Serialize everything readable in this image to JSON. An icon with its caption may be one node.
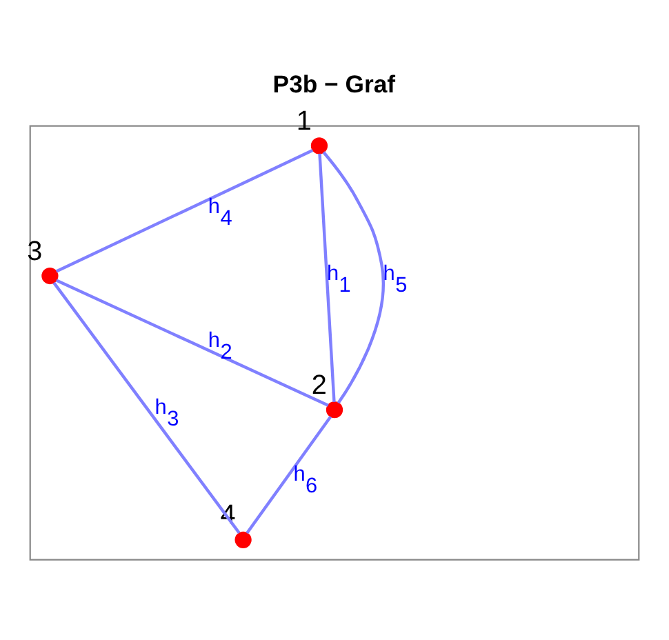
{
  "diagram": {
    "title": "P3b − Graf",
    "nodes": [
      {
        "text": [],
        "shape": "box"
      },
      {
        "text": [],
        "shape": "circle",
        "beside": [
          "1"
        ],
        "in": 0
      },
      {
        "text": [],
        "shape": "circle",
        "beside": [
          "3"
        ],
        "in": 0
      },
      {
        "text": [],
        "shape": "circle",
        "beside": [
          "2"
        ],
        "in": 0
      },
      {
        "text": [],
        "shape": "circle",
        "beside": [
          "4"
        ],
        "in": 0
      }
    ],
    "edges": [
      {
        "from": 1,
        "to": 3,
        "arrow": "none",
        "label": "h$_{1}$"
      },
      {
        "from": 2,
        "to": 3,
        "arrow": "none",
        "label": "h$_{2}$"
      },
      {
        "from": 2,
        "to": 4,
        "arrow": "none",
        "label": "h$_{3}$"
      },
      {
        "from": 1,
        "to": 2,
        "arrow": "none",
        "label": "h$_{4}$"
      },
      {
        "from": 1,
        "to": 3,
        "arrow": "none",
        "label": "h$_{5}$"
      },
      {
        "from": 3,
        "to": 4,
        "arrow": "none",
        "label": "h$_{6}$"
      }
    ]
  }
}
